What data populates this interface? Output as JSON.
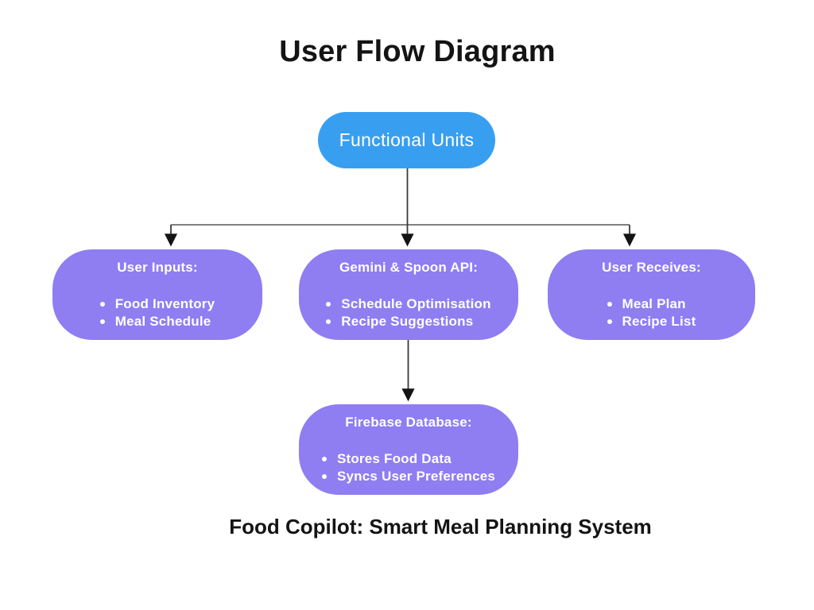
{
  "diagram": {
    "title": "User Flow Diagram",
    "root": {
      "label": "Functional Units"
    },
    "branches": [
      {
        "title": "User Inputs:",
        "bullets": [
          "Food Inventory",
          "Meal Schedule"
        ]
      },
      {
        "title": "Gemini & Spoon API:",
        "bullets": [
          "Schedule Optimisation",
          "Recipe Suggestions"
        ]
      },
      {
        "title": "User Receives:",
        "bullets": [
          "Meal Plan",
          "Recipe List"
        ]
      }
    ],
    "child": {
      "title": "Firebase Database:",
      "bullets": [
        "Stores Food Data",
        "Syncs User Preferences"
      ]
    },
    "caption": "Food Copilot: Smart Meal Planning System"
  },
  "colors": {
    "root_fill": "#389FF0",
    "branch_fill": "#8F7DF2",
    "node_text": "#FFFFFF",
    "title_text": "#141414",
    "connector_vertical": "#3A3A3A",
    "connector_horizontal": "#6E6E6E",
    "arrowhead": "#141414",
    "background": "#FFFFFF"
  }
}
